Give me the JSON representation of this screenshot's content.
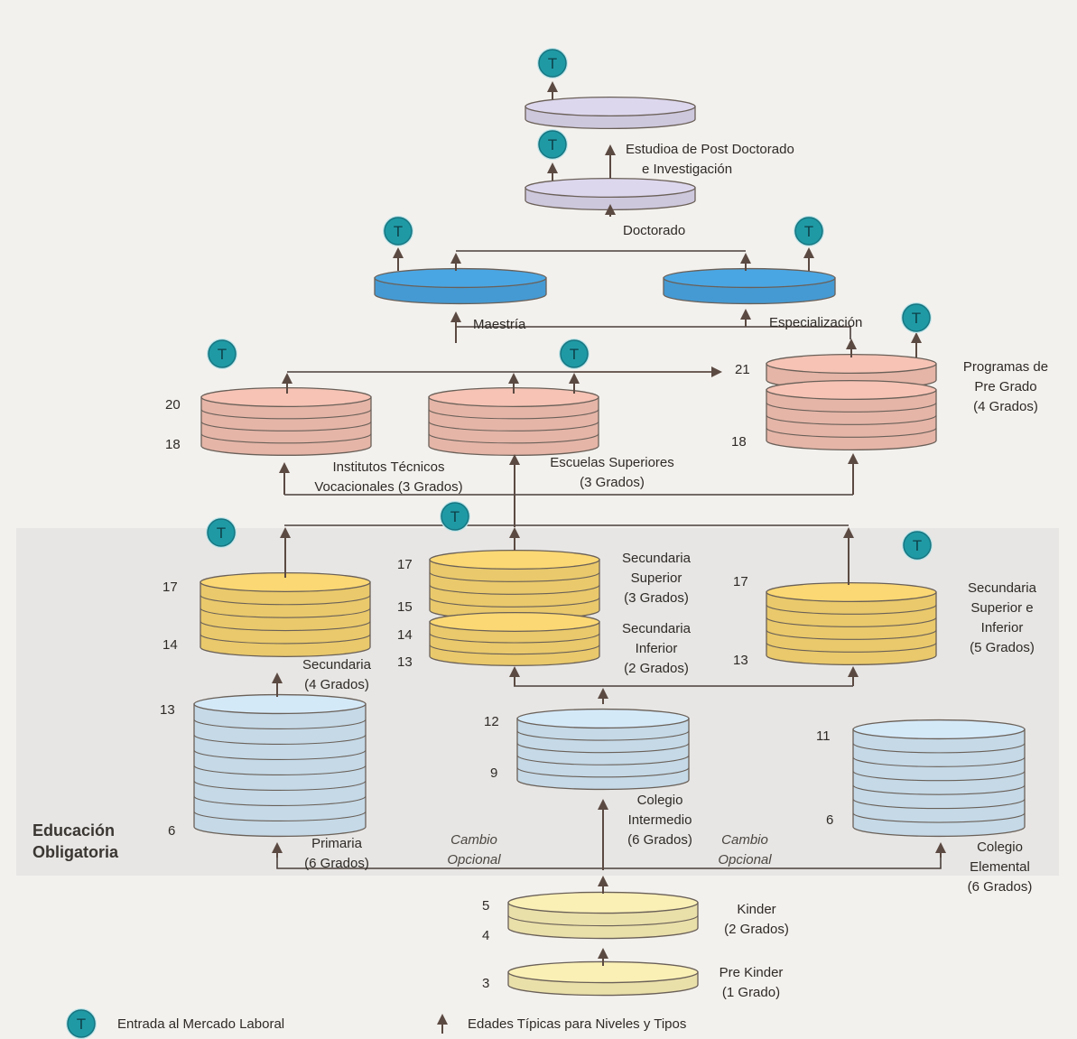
{
  "colors": {
    "arrow": "#5b4a42",
    "line": "#4a3f3a",
    "badge": "#1f9aa5",
    "postdoc": "#ddd7ee",
    "masters": "#4aa6e3",
    "tertiary": "#f6c3b5",
    "secondary": "#fbd873",
    "primary": "#d4e9f8",
    "kinder": "#faf0b6"
  },
  "badge_letter": "T",
  "labels": {
    "postdoc": [
      "Estudioa de Post Doctorado",
      "e Investigación"
    ],
    "doctorado": "Doctorado",
    "maestria": "Maestría",
    "especializacion": "Especialización",
    "pregrado": [
      "Programas de",
      "Pre Grado",
      "(4 Grados)"
    ],
    "institutos": [
      "Institutos Técnicos",
      "Vocacionales (3 Grados)"
    ],
    "escuelas": [
      "Escuelas Superiores",
      "(3 Grados)"
    ],
    "sec_superior": [
      "Secundaria",
      "Superior",
      "(3 Grados)"
    ],
    "sec_inferior": [
      "Secundaria",
      "Inferior",
      "(2 Grados)"
    ],
    "sec_4": [
      "Secundaria",
      "(4 Grados)"
    ],
    "sec_5": [
      "Secundaria",
      "Superior e",
      "Inferior",
      "(5 Grados)"
    ],
    "primaria": [
      "Primaria",
      "(6 Grados)"
    ],
    "cambio_1": [
      "Cambio",
      "Opcional"
    ],
    "intermedio": [
      "Colegio",
      "Intermedio",
      "(6 Grados)"
    ],
    "cambio_2": [
      "Cambio",
      "Opcional"
    ],
    "elemental": [
      "Colegio",
      "Elemental",
      "(6 Grados)"
    ],
    "kinder": [
      "Kinder",
      "(2 Grados)"
    ],
    "prekinder": [
      "Pre Kinder",
      "(1 Grado)"
    ],
    "obligatoria": [
      "Educación",
      "Obligatoria"
    ]
  },
  "ages": {
    "a21": "21",
    "a20": "20",
    "a18a": "18",
    "a18b": "18",
    "a17a": "17",
    "a14a": "14",
    "a17b": "17",
    "a15": "15",
    "a14b": "14",
    "a13a": "13",
    "a17c": "17",
    "a13b": "13",
    "a13c": "13",
    "a6a": "6",
    "a12": "12",
    "a9": "9",
    "a11": "11",
    "a6b": "6",
    "a5": "5",
    "a4": "4",
    "a3": "3"
  },
  "legend": {
    "badge": "Entrada al Mercado Laboral",
    "arrow": "Edades Típicas para Niveles y Tipos"
  }
}
